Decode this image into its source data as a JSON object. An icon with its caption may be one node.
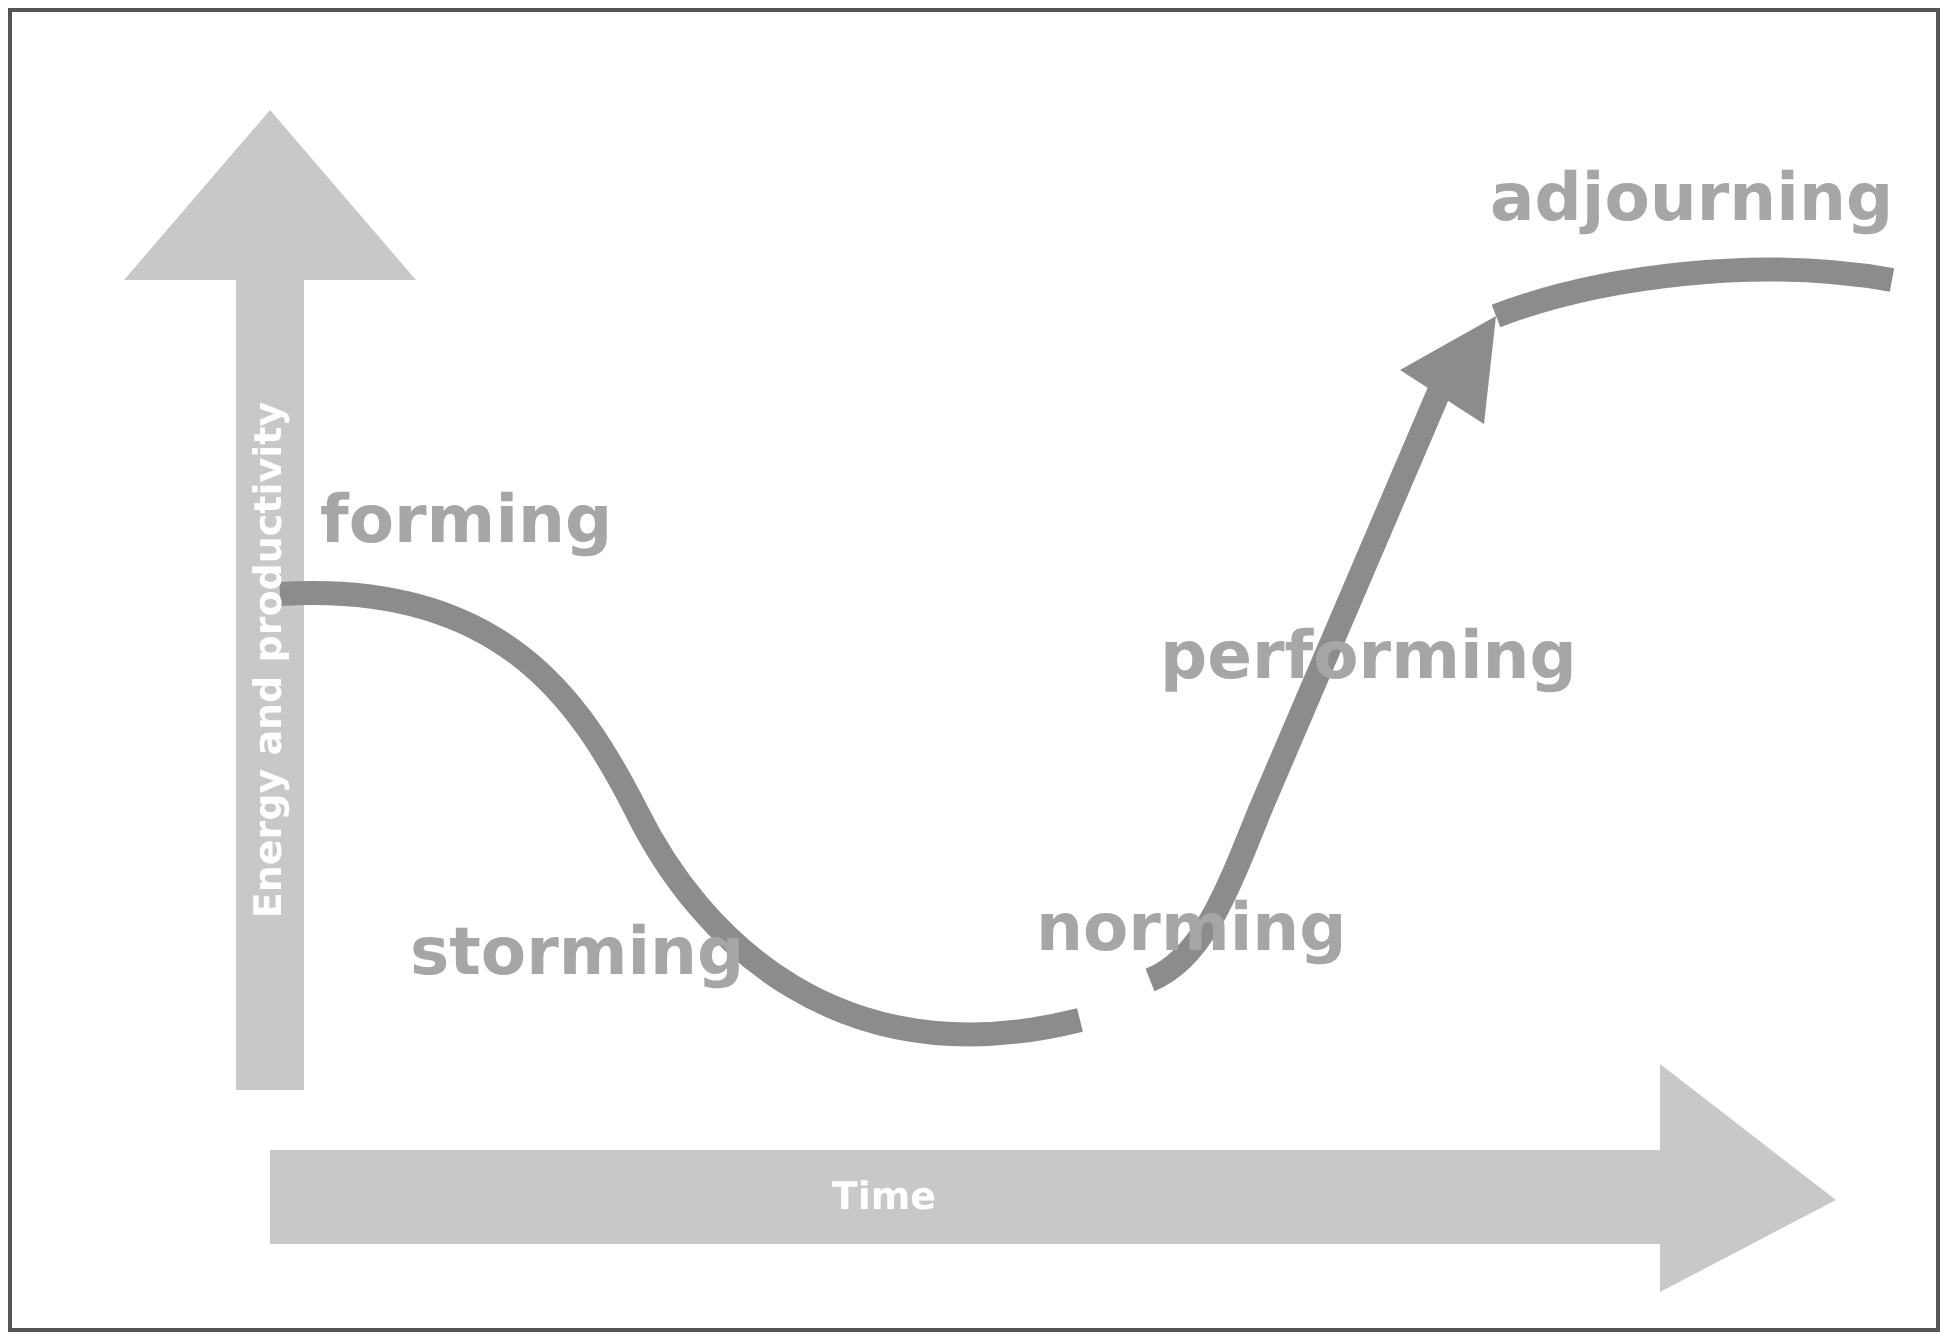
{
  "diagram": {
    "labels": [
      "adjourning",
      "Energy and productivity",
      "forming",
      "performing",
      "norming",
      "storming",
      "Time"
    ]
  }
}
